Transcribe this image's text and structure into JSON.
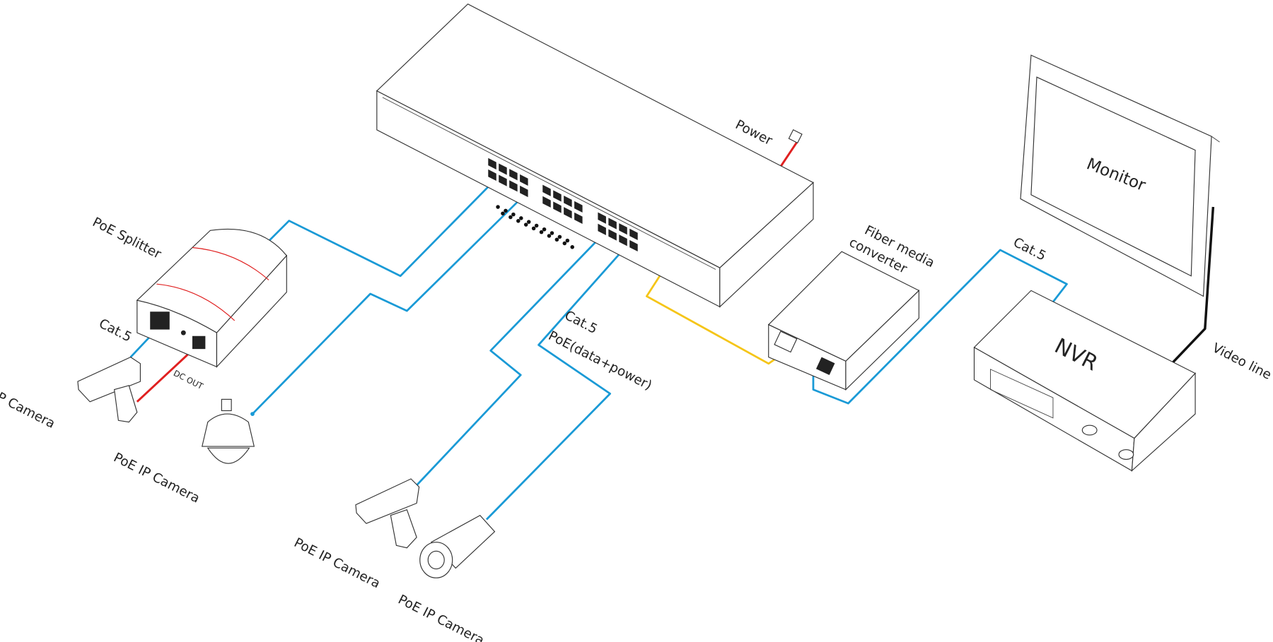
{
  "labels": {
    "poe_splitter": "PoE Splitter",
    "cat5_splitter": "Cat.5",
    "dc_out": "DC OUT",
    "camera_left": "PoE IP Camera",
    "camera_dome": "PoE IP Camera",
    "camera_bottom1": "PoE IP Camera",
    "camera_bottom2": "PoE IP Camera",
    "cat5_switch": "Cat.5",
    "poe_data_power": "PoE(data+power)",
    "power": "Power",
    "fiber_line1": "Fiber media",
    "fiber_line2": "converter",
    "cat5_nvr": "Cat.5",
    "monitor": "Monitor",
    "nvr": "NVR",
    "video_line": "Video line"
  },
  "colors": {
    "poe_cable": "#1a9ad6",
    "fiber_cable": "#f5c518",
    "power_cable": "#e02020",
    "video_cable": "#111111"
  }
}
